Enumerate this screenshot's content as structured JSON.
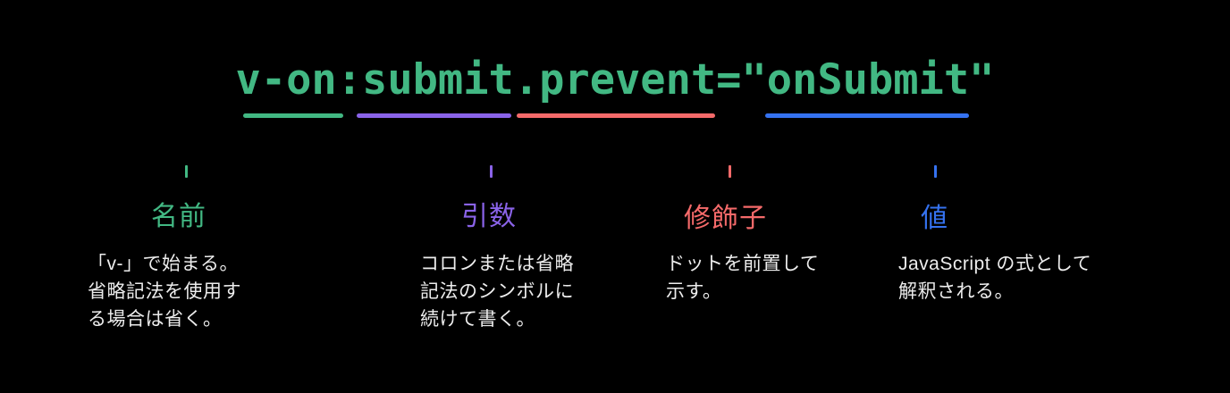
{
  "background_color": "#000000",
  "code": {
    "full": "v-on:submit.prevent=\"onSubmit\"",
    "color": "#42b883"
  },
  "groups": [
    {
      "token": "v-on",
      "label": "名前",
      "color": "#42b883",
      "desc_lines": [
        "「v-」で始まる。",
        "省略記法を使用す",
        "る場合は省く。"
      ]
    },
    {
      "token": "submit",
      "label": "引数",
      "color": "#8a63e8",
      "desc_lines": [
        "コロンまたは省略",
        "記法のシンボルに",
        "続けて書く。"
      ]
    },
    {
      "token": "prevent",
      "label": "修飾子",
      "color": "#f56a6a",
      "desc_lines": [
        "ドットを前置して",
        "示す。"
      ]
    },
    {
      "token": "onSubmit",
      "label": "値",
      "color": "#3572f0",
      "desc_lines": [
        "JavaScript の式として",
        "解釈される。"
      ]
    }
  ]
}
